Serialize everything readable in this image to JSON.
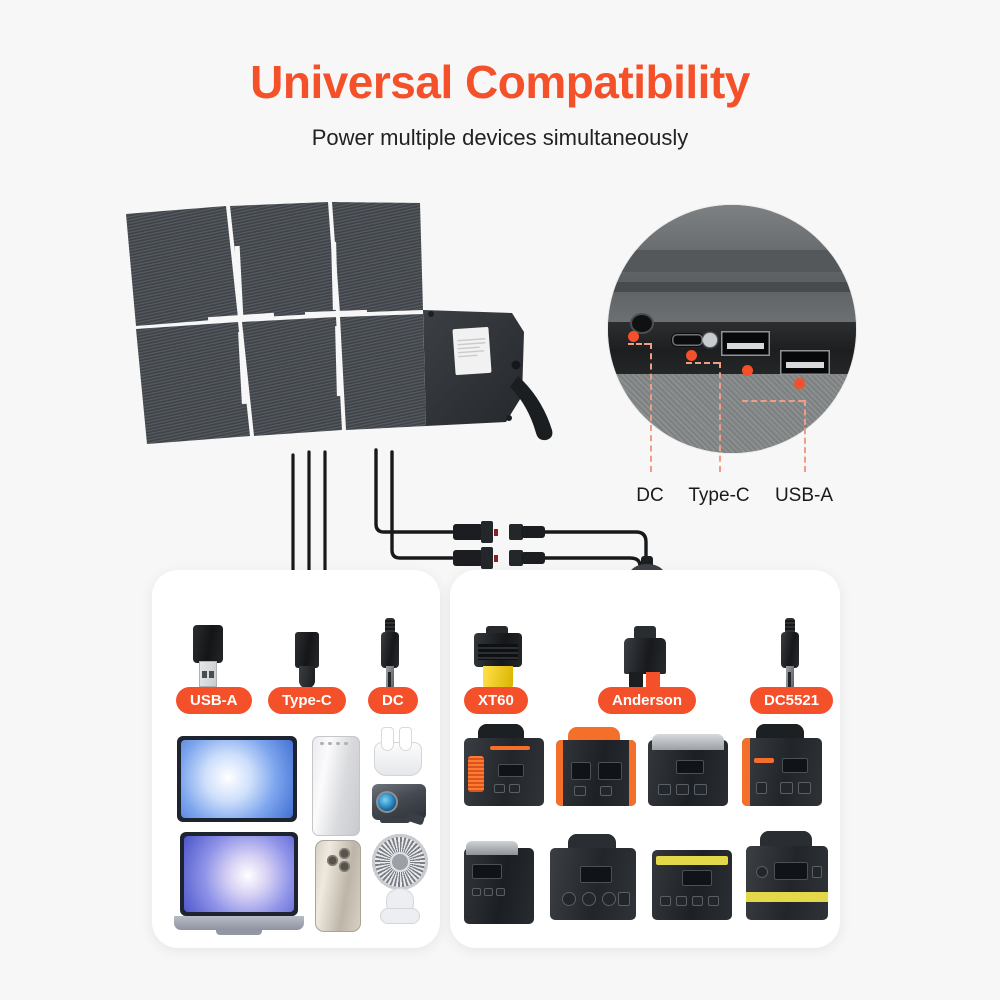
{
  "page": {
    "background_color": "#f7f7f7",
    "accent_color": "#f4502a"
  },
  "header": {
    "title": "Universal Compatibility",
    "subtitle": "Power multiple devices simultaneously"
  },
  "product": {
    "name": "folding-solar-panel",
    "panel_sections": 3,
    "kickstand": true
  },
  "port_closeup": {
    "name": "port-zoom-circle",
    "ports": [
      {
        "id": "dc",
        "label": "DC"
      },
      {
        "id": "type-c",
        "label": "Type-C"
      },
      {
        "id": "usb-a",
        "label": "USB-A"
      }
    ]
  },
  "cards": {
    "left": {
      "name": "device-output-card",
      "connectors": [
        {
          "id": "usb-a",
          "label": "USB-A",
          "plug": "usb-a-plug"
        },
        {
          "id": "type-c",
          "label": "Type-C",
          "plug": "usb-c-plug"
        },
        {
          "id": "dc",
          "label": "DC",
          "plug": "dc-barrel-plug"
        }
      ],
      "devices": [
        {
          "id": "tablet",
          "label": "tablet"
        },
        {
          "id": "power-bank",
          "label": "power-bank"
        },
        {
          "id": "earbuds",
          "label": "wireless-earbuds"
        },
        {
          "id": "projector",
          "label": "portable-projector"
        },
        {
          "id": "laptop",
          "label": "laptop"
        },
        {
          "id": "smartphone",
          "label": "smartphone"
        },
        {
          "id": "clip-fan",
          "label": "clip-fan"
        }
      ]
    },
    "right": {
      "name": "power-station-output-card",
      "connectors": [
        {
          "id": "xt60",
          "label": "XT60",
          "plug": "xt60-plug"
        },
        {
          "id": "anderson",
          "label": "Anderson",
          "plug": "anderson-plug"
        },
        {
          "id": "dc5521",
          "label": "DC5521",
          "plug": "dc5521-plug"
        }
      ],
      "stations": [
        {
          "id": "station-1",
          "label": "portable-power-station",
          "accent": "#f4702a"
        },
        {
          "id": "station-2",
          "label": "portable-power-station",
          "accent": "#f4702a"
        },
        {
          "id": "station-3",
          "label": "portable-power-station",
          "accent": "#c9ccce"
        },
        {
          "id": "station-4",
          "label": "portable-power-station",
          "accent": "#f4702a"
        },
        {
          "id": "station-5",
          "label": "portable-power-station",
          "accent": "#3c4046"
        },
        {
          "id": "station-6",
          "label": "portable-power-station",
          "accent": "#3c4046"
        },
        {
          "id": "station-7",
          "label": "portable-power-station",
          "accent": "#e2d84a"
        },
        {
          "id": "station-8",
          "label": "portable-power-station",
          "accent": "#e2d84a"
        }
      ]
    }
  },
  "cabling": {
    "mc4_connector_pairs": 2,
    "splitter": "three-way-splitter-hub"
  }
}
